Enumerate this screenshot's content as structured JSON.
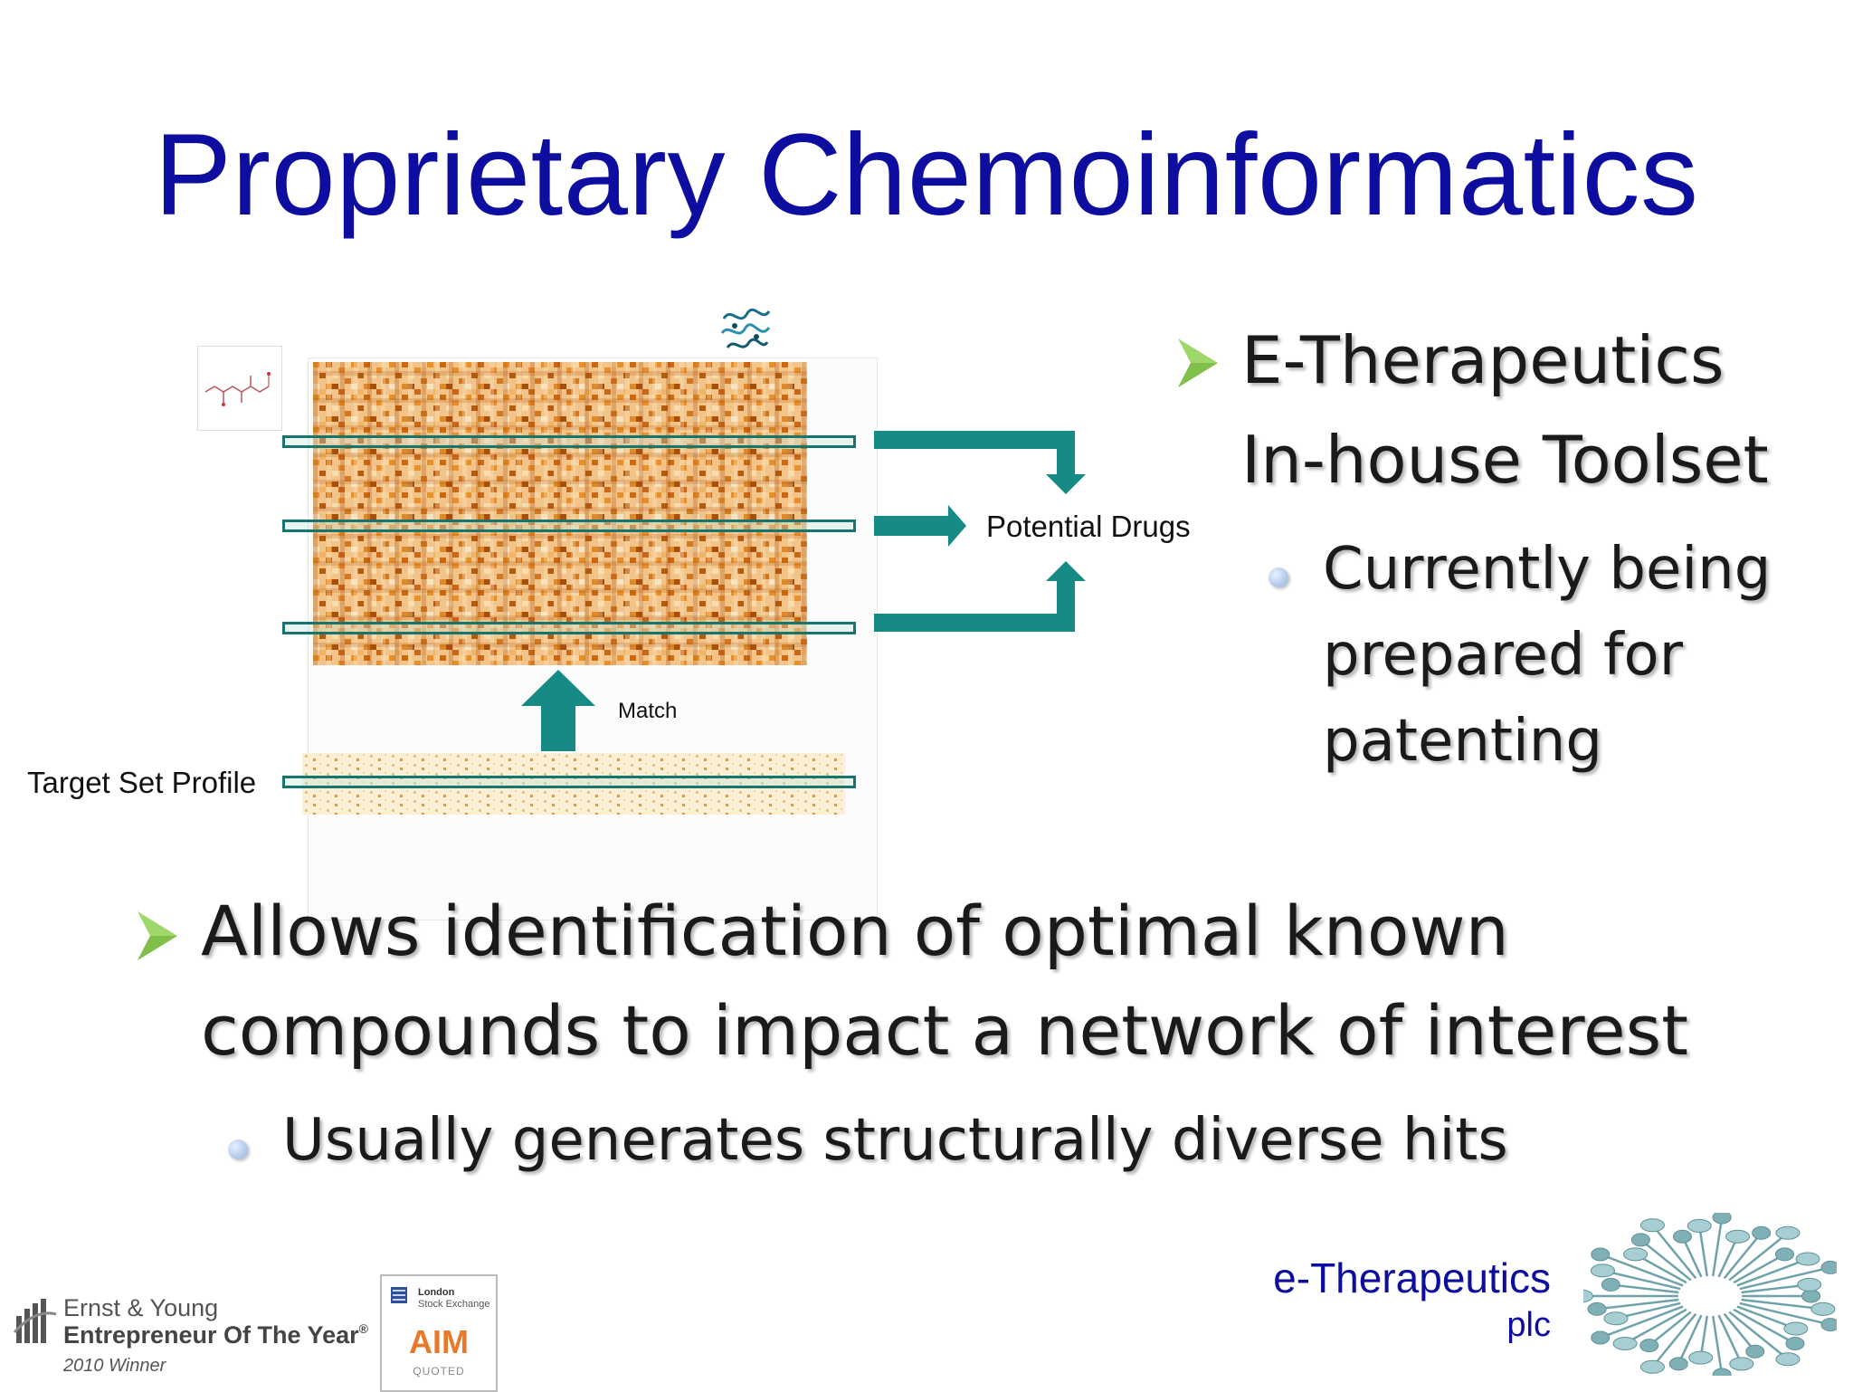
{
  "slide": {
    "title": "Proprietary Chemoinformatics",
    "right_bullet": {
      "line1": "E-Therapeutics",
      "line2": "In-house Toolset",
      "sub_lines": [
        "Currently being",
        "prepared for",
        "patenting"
      ]
    },
    "bottom_bullet": {
      "line1": "Allows identification of optimal known",
      "line2": "compounds to impact a network of interest",
      "sub": "Usually generates structurally diverse hits"
    }
  },
  "diagram": {
    "potential_drugs": "Potential Drugs",
    "match": "Match",
    "target_set_profile": "Target Set Profile"
  },
  "footer": {
    "ey_line1": "Ernst & Young",
    "ey_line2": "Entrepreneur Of The Year",
    "ey_reg": "®",
    "ey_line3": "2010 Winner",
    "lse_line1": "London",
    "lse_line2": "Stock Exchange",
    "aim_logo": "AIM",
    "aim_quoted": "QUOTED",
    "company": "e-Therapeutics",
    "company_suffix": "plc"
  },
  "colors": {
    "title_blue": "#0d0da0",
    "teal_arrow": "#168a84",
    "bullet_green": "#9fd86a",
    "heatmap_orange": "#e8962c"
  },
  "icons": [
    "green-arrow-bullet-icon",
    "light-blue-dot-bullet-icon",
    "molecule-structure-icon",
    "protein-structure-icon",
    "network-burst-logo-icon"
  ]
}
